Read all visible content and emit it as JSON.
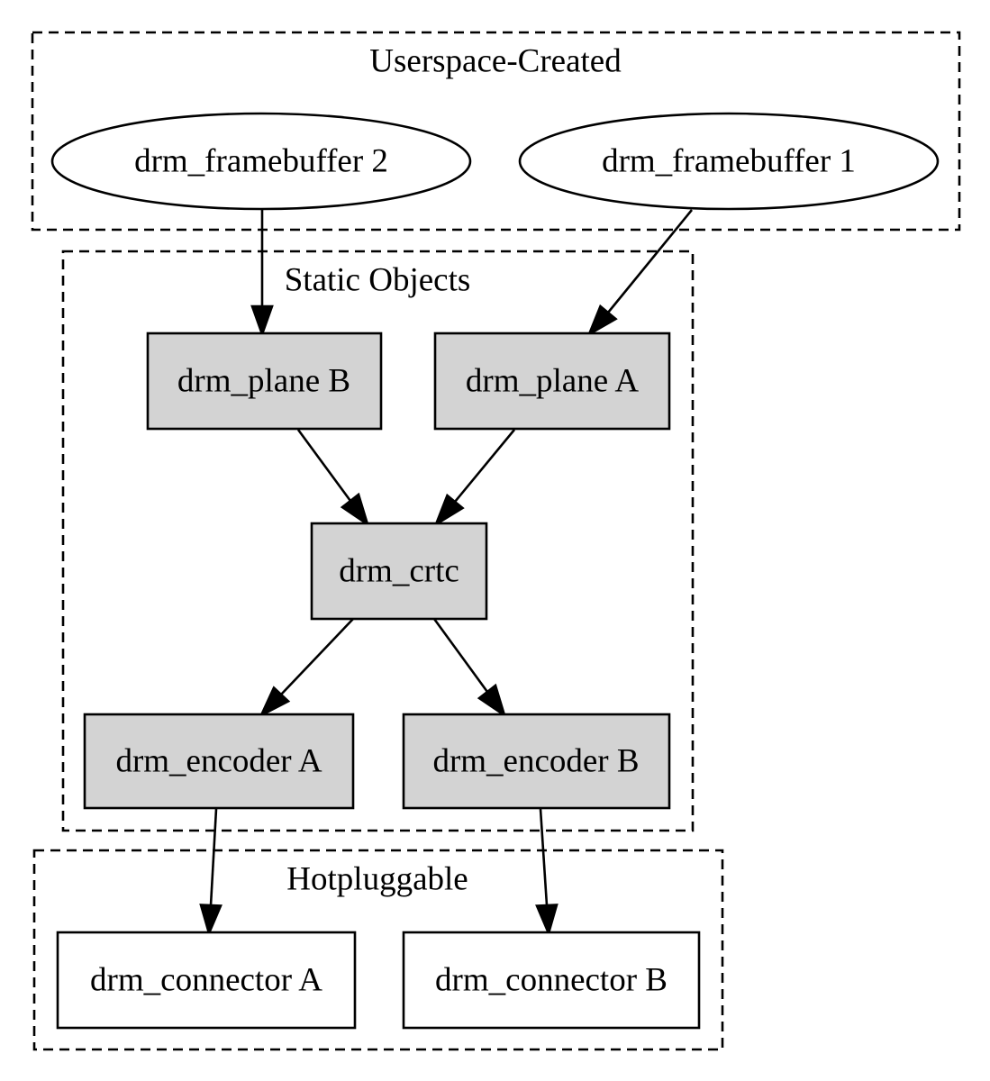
{
  "clusters": {
    "userspace": {
      "label": "Userspace-Created"
    },
    "static": {
      "label": "Static Objects"
    },
    "hotpluggable": {
      "label": "Hotpluggable"
    }
  },
  "nodes": {
    "framebuffer2": {
      "label": "drm_framebuffer 2",
      "shape": "ellipse"
    },
    "framebuffer1": {
      "label": "drm_framebuffer 1",
      "shape": "ellipse"
    },
    "planeB": {
      "label": "drm_plane B",
      "shape": "box"
    },
    "planeA": {
      "label": "drm_plane A",
      "shape": "box"
    },
    "crtc": {
      "label": "drm_crtc",
      "shape": "box"
    },
    "encoderA": {
      "label": "drm_encoder A",
      "shape": "box"
    },
    "encoderB": {
      "label": "drm_encoder B",
      "shape": "box"
    },
    "connectorA": {
      "label": "drm_connector A",
      "shape": "box"
    },
    "connectorB": {
      "label": "drm_connector B",
      "shape": "box"
    }
  },
  "edges": [
    {
      "from": "framebuffer2",
      "to": "planeB"
    },
    {
      "from": "framebuffer1",
      "to": "planeA"
    },
    {
      "from": "planeB",
      "to": "crtc"
    },
    {
      "from": "planeA",
      "to": "crtc"
    },
    {
      "from": "crtc",
      "to": "encoderA"
    },
    {
      "from": "crtc",
      "to": "encoderB"
    },
    {
      "from": "encoderA",
      "to": "connectorA"
    },
    {
      "from": "encoderB",
      "to": "connectorB"
    }
  ],
  "colors": {
    "static_fill": "#d3d3d3",
    "plain_fill": "#ffffff",
    "stroke": "#000000"
  }
}
